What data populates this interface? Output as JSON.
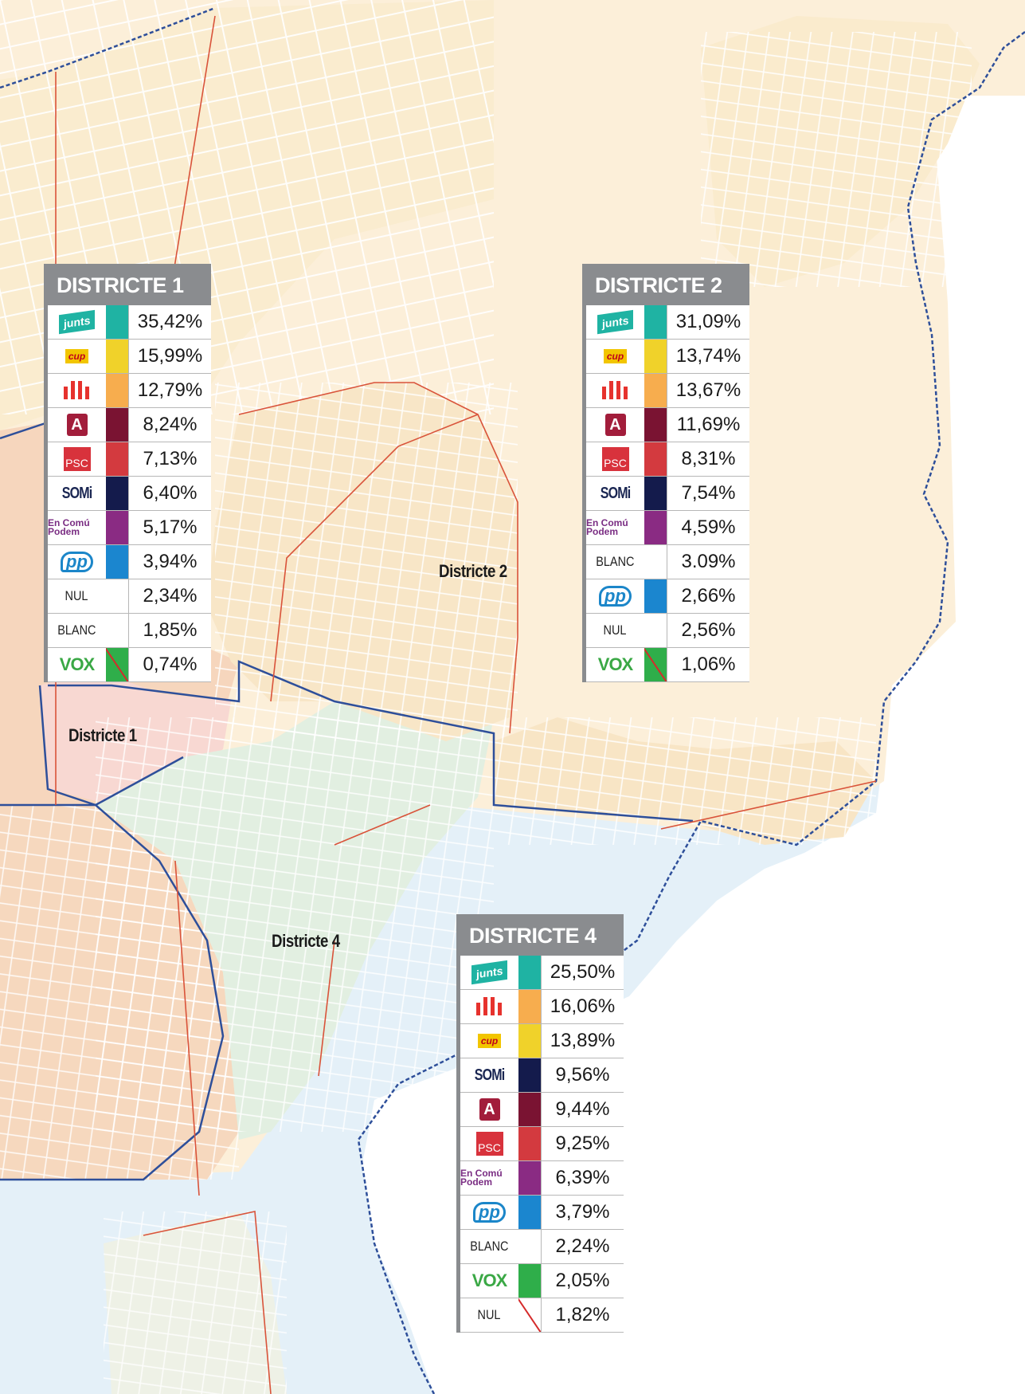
{
  "map": {
    "district_labels": [
      {
        "id": "d1",
        "text": "Districte 1"
      },
      {
        "id": "d2",
        "text": "Districte 2"
      },
      {
        "id": "d4",
        "text": "Districte 4"
      }
    ]
  },
  "colors": {
    "junts": "#1fb3a3",
    "cup": "#f0d22a",
    "erc": "#f7ad4e",
    "alianca": "#7a1332",
    "psc": "#d33a3f",
    "somi": "#141b4c",
    "encomu": "#8a2b83",
    "pp": "#1b86cf",
    "vox": "#2fae4a",
    "blank": "#ffffff",
    "panel_header": "#8a8c8f"
  },
  "panels": [
    {
      "id": "panel-d1",
      "title": "DISTRICTE 1",
      "rows": [
        {
          "party": "junts",
          "logo": "junts-logo",
          "label": "junts",
          "color": "#1fb3a3",
          "value": "35,42%"
        },
        {
          "party": "cup",
          "logo": "cup-logo",
          "label": "cup",
          "color": "#f0d22a",
          "value": "15,99%"
        },
        {
          "party": "erc",
          "logo": "erc-logo",
          "label": "",
          "color": "#f7ad4e",
          "value": "12,79%"
        },
        {
          "party": "alianca",
          "logo": "alianca-logo",
          "label": "A",
          "color": "#7a1332",
          "value": "8,24%"
        },
        {
          "party": "psc",
          "logo": "psc-logo",
          "label": "PSC",
          "color": "#d33a3f",
          "value": "7,13%"
        },
        {
          "party": "somi",
          "logo": "somi-logo",
          "label": "SOMi",
          "color": "#141b4c",
          "value": "6,40%"
        },
        {
          "party": "encomu",
          "logo": "encomu-logo",
          "label": "En Comú Podem",
          "color": "#8a2b83",
          "value": "5,17%"
        },
        {
          "party": "pp",
          "logo": "pp-logo",
          "label": "pp",
          "color": "#1b86cf",
          "value": "3,94%"
        },
        {
          "party": "nul",
          "logo": "",
          "label": "NUL",
          "color": "#ffffff",
          "value": "2,34%"
        },
        {
          "party": "blanc",
          "logo": "",
          "label": "BLANC",
          "color": "#ffffff",
          "value": "1,85%"
        },
        {
          "party": "vox",
          "logo": "vox-logo",
          "label": "VOX",
          "color": "#2fae4a",
          "value": "0,74%",
          "slash": true
        }
      ]
    },
    {
      "id": "panel-d2",
      "title": "DISTRICTE 2",
      "rows": [
        {
          "party": "junts",
          "logo": "junts-logo",
          "label": "junts",
          "color": "#1fb3a3",
          "value": "31,09%"
        },
        {
          "party": "cup",
          "logo": "cup-logo",
          "label": "cup",
          "color": "#f0d22a",
          "value": "13,74%"
        },
        {
          "party": "erc",
          "logo": "erc-logo",
          "label": "",
          "color": "#f7ad4e",
          "value": "13,67%"
        },
        {
          "party": "alianca",
          "logo": "alianca-logo",
          "label": "A",
          "color": "#7a1332",
          "value": "11,69%"
        },
        {
          "party": "psc",
          "logo": "psc-logo",
          "label": "PSC",
          "color": "#d33a3f",
          "value": "8,31%"
        },
        {
          "party": "somi",
          "logo": "somi-logo",
          "label": "SOMi",
          "color": "#141b4c",
          "value": "7,54%"
        },
        {
          "party": "encomu",
          "logo": "encomu-logo",
          "label": "En Comú Podem",
          "color": "#8a2b83",
          "value": "4,59%"
        },
        {
          "party": "blanc",
          "logo": "",
          "label": "BLANC",
          "color": "#ffffff",
          "value": "3.09%"
        },
        {
          "party": "pp",
          "logo": "pp-logo",
          "label": "pp",
          "color": "#1b86cf",
          "value": "2,66%"
        },
        {
          "party": "nul",
          "logo": "",
          "label": "NUL",
          "color": "#ffffff",
          "value": "2,56%"
        },
        {
          "party": "vox",
          "logo": "vox-logo",
          "label": "VOX",
          "color": "#2fae4a",
          "value": "1,06%",
          "slash": true
        }
      ]
    },
    {
      "id": "panel-d4",
      "title": "DISTRICTE 4",
      "rows": [
        {
          "party": "junts",
          "logo": "junts-logo",
          "label": "junts",
          "color": "#1fb3a3",
          "value": "25,50%"
        },
        {
          "party": "erc",
          "logo": "erc-logo",
          "label": "",
          "color": "#f7ad4e",
          "value": "16,06%"
        },
        {
          "party": "cup",
          "logo": "cup-logo",
          "label": "cup",
          "color": "#f0d22a",
          "value": "13,89%"
        },
        {
          "party": "somi",
          "logo": "somi-logo",
          "label": "SOMi",
          "color": "#141b4c",
          "value": "9,56%"
        },
        {
          "party": "alianca",
          "logo": "alianca-logo",
          "label": "A",
          "color": "#7a1332",
          "value": "9,44%"
        },
        {
          "party": "psc",
          "logo": "psc-logo",
          "label": "PSC",
          "color": "#d33a3f",
          "value": "9,25%"
        },
        {
          "party": "encomu",
          "logo": "encomu-logo",
          "label": "En Comú Podem",
          "color": "#8a2b83",
          "value": "6,39%"
        },
        {
          "party": "pp",
          "logo": "pp-logo",
          "label": "pp",
          "color": "#1b86cf",
          "value": "3,79%"
        },
        {
          "party": "blanc",
          "logo": "",
          "label": "BLANC",
          "color": "#ffffff",
          "value": "2,24%"
        },
        {
          "party": "vox",
          "logo": "vox-logo",
          "label": "VOX",
          "color": "#2fae4a",
          "value": "2,05%"
        },
        {
          "party": "nul",
          "logo": "",
          "label": "NUL",
          "color": "#ffffff",
          "value": "1,82%",
          "slash": true
        }
      ]
    }
  ]
}
